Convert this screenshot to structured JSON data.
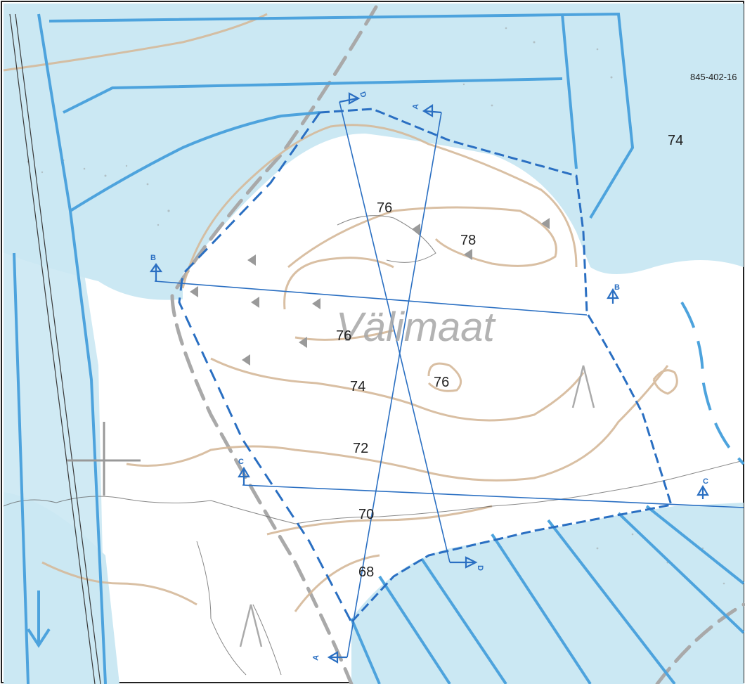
{
  "map": {
    "place_name": "Välimaat",
    "parcel_id": "845-402-16",
    "contours": {
      "top_right": "74",
      "upper_76": "76",
      "summit_78": "78",
      "center_76": "76",
      "lower_74": "74",
      "knoll_76": "76",
      "c72": "72",
      "c70": "70",
      "c68": "68"
    },
    "profiles": {
      "b_west": "B",
      "b_east": "B",
      "c_west": "C",
      "c_east": "C",
      "d_north": "D",
      "d_south": "D",
      "a_north": "A",
      "a_south": "A"
    },
    "colors": {
      "wetland": "#cbe8f3",
      "water": "#4da3dd",
      "profile": "#2a6fc2",
      "contour": "#d5b99a",
      "road": "#a9a9a9",
      "boundary": "#3a3a3a"
    }
  }
}
